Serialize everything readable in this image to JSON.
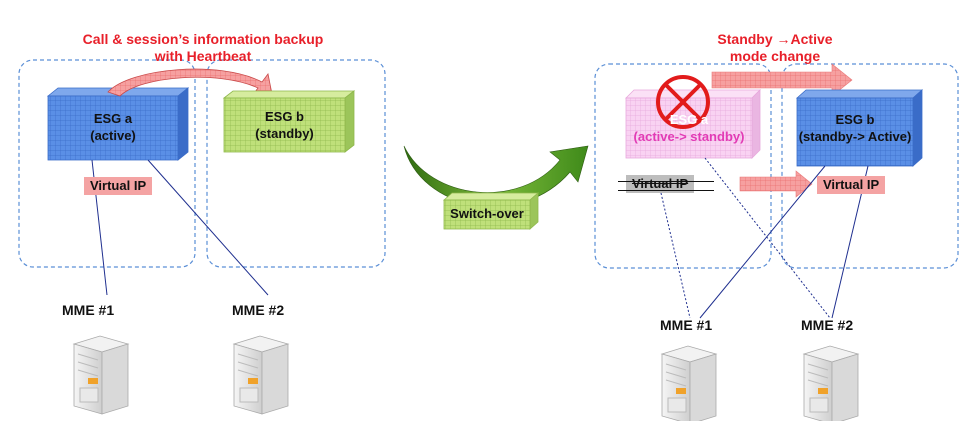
{
  "left": {
    "title_line1": "Call & session’s  information backup",
    "title_line2": "with Heartbeat",
    "esg_a": {
      "name": "ESG a",
      "state": "(active)"
    },
    "esg_b": {
      "name": "ESG b",
      "state": "(standby)"
    },
    "virtual_ip": "Virtual IP",
    "mme1": "MME #1",
    "mme2": "MME #2"
  },
  "middle": {
    "switch_label": "Switch-over"
  },
  "right": {
    "title_line1": "Standby →Active",
    "title_line2": "mode change",
    "esg_a": {
      "name": "ESG a",
      "state": "(active-> standby)"
    },
    "esg_b": {
      "name": "ESG b",
      "state": "(standby-> Active)"
    },
    "virtual_ip_old": "Virtual IP",
    "virtual_ip_new": "Virtual IP",
    "mme1": "MME #1",
    "mme2": "MME #2"
  },
  "colors": {
    "title_red": "#e8202a",
    "active_blue": "#4f86e0",
    "standby_green": "#b7dc72",
    "failed_pink": "#f7c8ee",
    "virtual_ip_bg": "#f4a3a3",
    "dashed_border": "#5b8fd6"
  }
}
